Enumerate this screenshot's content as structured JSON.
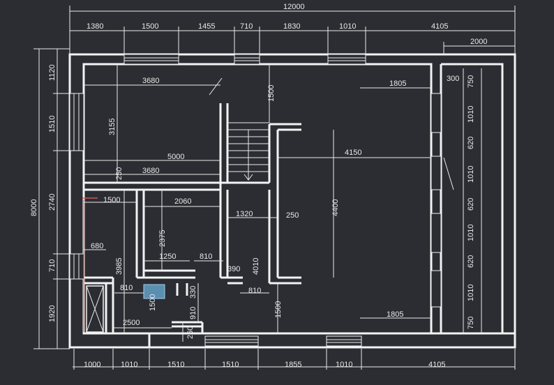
{
  "drawing": {
    "top_dimensions_outer": [
      "12000"
    ],
    "top_dimensions_chain": [
      "1380",
      "1500",
      "1455",
      "710",
      "1830",
      "1010",
      "4105"
    ],
    "top_right_dimension": [
      "2000"
    ],
    "left_overall": [
      "8000"
    ],
    "left_chain": [
      "1120",
      "1510",
      "2740",
      "710",
      "1920"
    ],
    "bottom_chain": [
      "1000",
      "1010",
      "1510",
      "1510",
      "1855",
      "1010",
      "4105"
    ],
    "right_chain": [
      "300",
      "750",
      "1010",
      "620",
      "1010",
      "620",
      "1010",
      "620",
      "1010",
      "750"
    ],
    "interior_labels": {
      "d3680_top": "3680",
      "d3155": "3155",
      "d1500_upper": "1500",
      "d1805_upper": "1805",
      "d5000": "5000",
      "d4150": "4150",
      "d250_a": "250",
      "d3680_mid": "3680",
      "d1500_left": "1500",
      "d2060": "2060",
      "d2375": "2375",
      "d1320": "1320",
      "d250_b": "250",
      "d4400": "4400",
      "d680": "680",
      "d1250": "1250",
      "d810_a": "810",
      "d3985": "3985",
      "d390": "390",
      "d4010": "4010",
      "d810_b": "810",
      "d1500_v": "1500",
      "d330": "330",
      "d810_c": "810",
      "d910": "910",
      "d1500_lower": "1500",
      "d2500": "2500",
      "d260": "260",
      "d1805_lower": "1805"
    }
  }
}
